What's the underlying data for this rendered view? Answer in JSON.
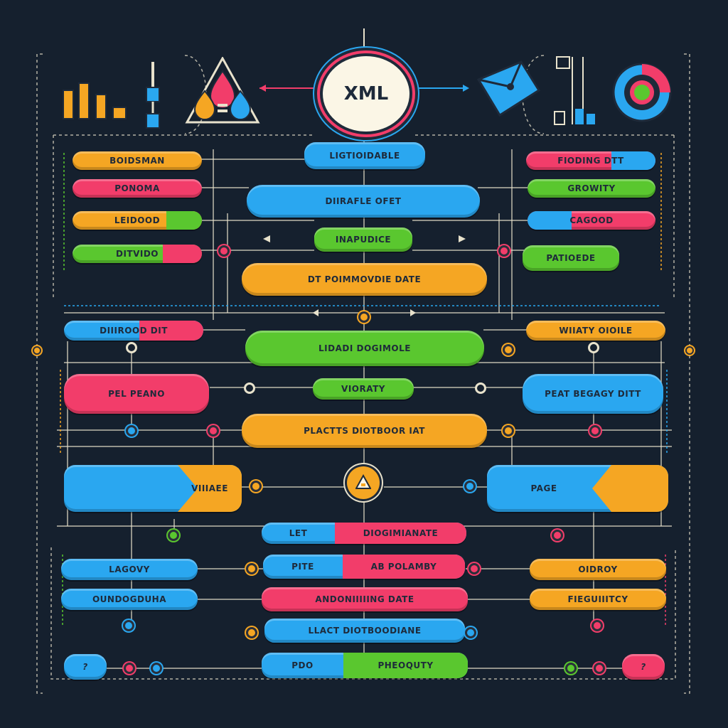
{
  "hub": {
    "label": "XML"
  },
  "colors": {
    "orange": "#f5a623",
    "pink": "#f23d6a",
    "blue": "#2aa7f0",
    "green": "#5ac72f",
    "background": "#15202e",
    "line": "#e8e2cc"
  },
  "top_icons": [
    "bar-chart-icon",
    "plug-icon",
    "droplets-icon",
    "envelope-icon",
    "server-icon",
    "target-icon"
  ],
  "left_upper": [
    {
      "label": "BOIDSMAN"
    },
    {
      "label": "PONOMA"
    },
    {
      "label": "LEIDOOD"
    },
    {
      "label": "DITVIDO"
    }
  ],
  "right_upper": [
    {
      "label": "FIODING DTT"
    },
    {
      "label": "GROWITY"
    },
    {
      "label": "CAGOOD"
    },
    {
      "label": "PATIOEDE"
    }
  ],
  "center_upper": [
    {
      "label": "LIGTIOIDABLE"
    },
    {
      "label": "DIIRAFLE OFET"
    },
    {
      "label": "INAPUDICE"
    },
    {
      "label": "DT POIMMOVDIE DATE"
    }
  ],
  "middle_row1": {
    "left": {
      "label": "DIIIROOD DIT"
    },
    "center": {
      "label": "LIDADI DOGIMOLE"
    },
    "right": {
      "label": "WIIATY OIOILE"
    }
  },
  "middle_row2": {
    "left": {
      "label": "PEL PEANO"
    },
    "center": {
      "label": "VIORATY"
    },
    "right": {
      "label": "PEAT BEGAGY DITT"
    }
  },
  "center_wide": {
    "label": "PLACTTS DIOTBOOR IAT"
  },
  "arrow_row": {
    "left": {
      "label": "VIIIAEE"
    },
    "right": {
      "label": "PAGE"
    }
  },
  "lower_center": [
    {
      "label_a": "LET",
      "label_b": "DIOGIMIANATE"
    },
    {
      "label_a": "PITE",
      "label_b": "AB POLAMBY"
    },
    {
      "label": "ANDONIIIIING DATE"
    },
    {
      "label": "LLACT DIOTBOODIANE"
    },
    {
      "label_a": "PDO",
      "label_b": "PHEOQUTY"
    }
  ],
  "lower_left": [
    {
      "label": "LAGOVY"
    },
    {
      "label": "OUNDOGDUHA"
    }
  ],
  "lower_right": [
    {
      "label": "OIDROY"
    },
    {
      "label": "FIEGUIIITCY"
    }
  ],
  "bottom_left_pill": {
    "label": ""
  },
  "bottom_right_pill": {
    "label": ""
  }
}
